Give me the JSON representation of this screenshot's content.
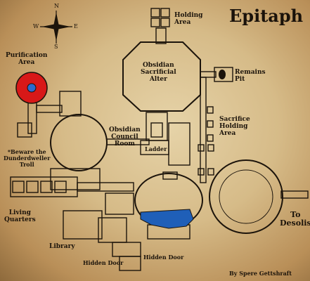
{
  "map": {
    "title": "Epitaph",
    "credit": "By Spere Gettshraft",
    "compass": {
      "n": "N",
      "s": "S",
      "e": "E",
      "w": "W"
    },
    "labels": {
      "holding_area": "Holding\nArea",
      "purification_area": "Purification\nArea",
      "obsidian_altar": "Obsidian\nSacrificial\nAlter",
      "remains_pit": "Remains\nPit",
      "council_room": "Obsidian\nCouncil\nRoom",
      "sacrifice_holding": "Sacrifice\nHolding\nArea",
      "ladder": "Ladder",
      "beware": "*Beware the\nDunderdweller\nTroll",
      "living_quarters": "Living\nQuarters",
      "library": "Library",
      "hidden_door_1": "Hidden Door",
      "hidden_door_2": "Hidden Door",
      "to_desolis": "To\nDesolis"
    },
    "colors": {
      "parchment": "#d8bf8c",
      "ink": "#1c140b",
      "water": "#1f5fb8",
      "purification_red": "#d81818",
      "purification_blue": "#2a6acf"
    }
  }
}
